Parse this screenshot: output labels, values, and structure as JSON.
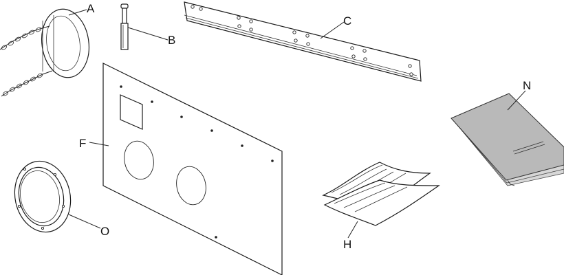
{
  "labels": {
    "a": "A",
    "b": "B",
    "c": "C",
    "f": "F",
    "h": "H",
    "n": "N",
    "o": "O"
  }
}
